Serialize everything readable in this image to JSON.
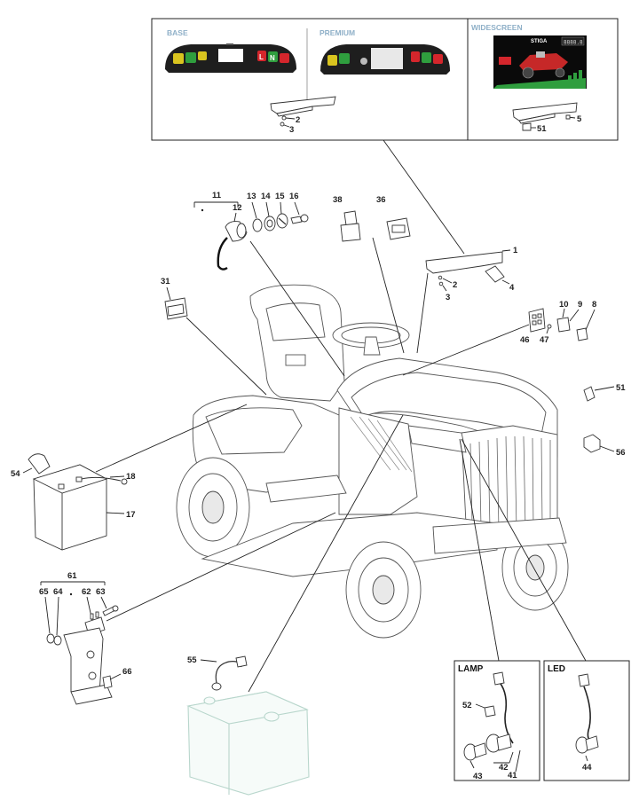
{
  "panels": {
    "base": "BASE",
    "premium": "PREMIUM",
    "widescreen": "WIDESCREEN",
    "brand": "STIGA",
    "display_readout": "8888.8",
    "dash_letters": {
      "l": "L",
      "n": "N"
    }
  },
  "boxes": {
    "lamp": "LAMP",
    "led": "LED"
  },
  "callouts": {
    "c1": "1",
    "c2": "2",
    "c3": "3",
    "c4": "4",
    "c5": "5",
    "c8": "8",
    "c9": "9",
    "c10": "10",
    "c11": "11",
    "c12": "12",
    "c13": "13",
    "c14": "14",
    "c15": "15",
    "c16": "16",
    "c17": "17",
    "c18": "18",
    "c31": "31",
    "c36": "36",
    "c38": "38",
    "c41": "41",
    "c42": "42",
    "c43": "43",
    "c44": "44",
    "c46": "46",
    "c47": "47",
    "c51": "51",
    "c52": "52",
    "c54": "54",
    "c55": "55",
    "c56": "56",
    "c61": "61",
    "c62": "62",
    "c63": "63",
    "c64": "64",
    "c65": "65",
    "c66": "66"
  },
  "colors": {
    "dash_green": "#2f9e3e",
    "dash_yellow": "#d9c41f",
    "dash_red": "#d4262c",
    "dash_body": "#1e1e1e",
    "screen_bg": "#0a0a0a",
    "panel_title": "#8fb0c8",
    "tank_outline": "#b8d6cc"
  }
}
